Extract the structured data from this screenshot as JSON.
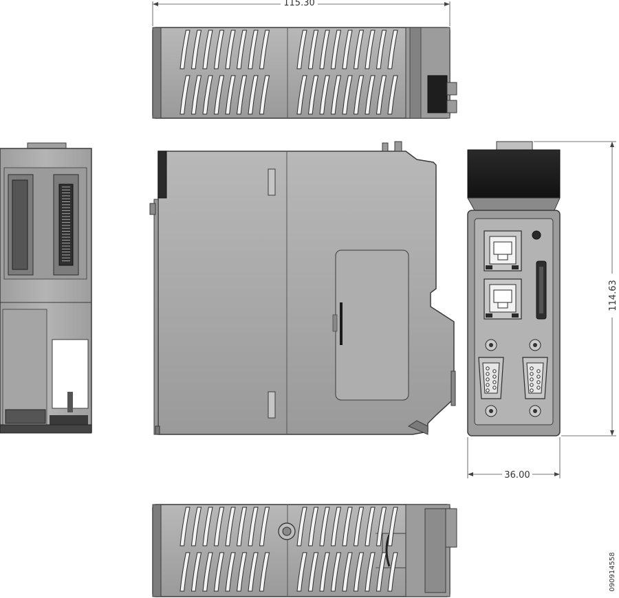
{
  "dimensions": {
    "width_top": "115.30",
    "height_right": "114.63",
    "width_front": "36.00"
  },
  "part_number": "090914558",
  "colors": {
    "body": "#a9a9a9",
    "body_dark": "#8c8c8c",
    "outline": "#3a3a3a",
    "black": "#1a1a1a",
    "vent": "#f2f2f2",
    "dim_line": "#444444"
  }
}
